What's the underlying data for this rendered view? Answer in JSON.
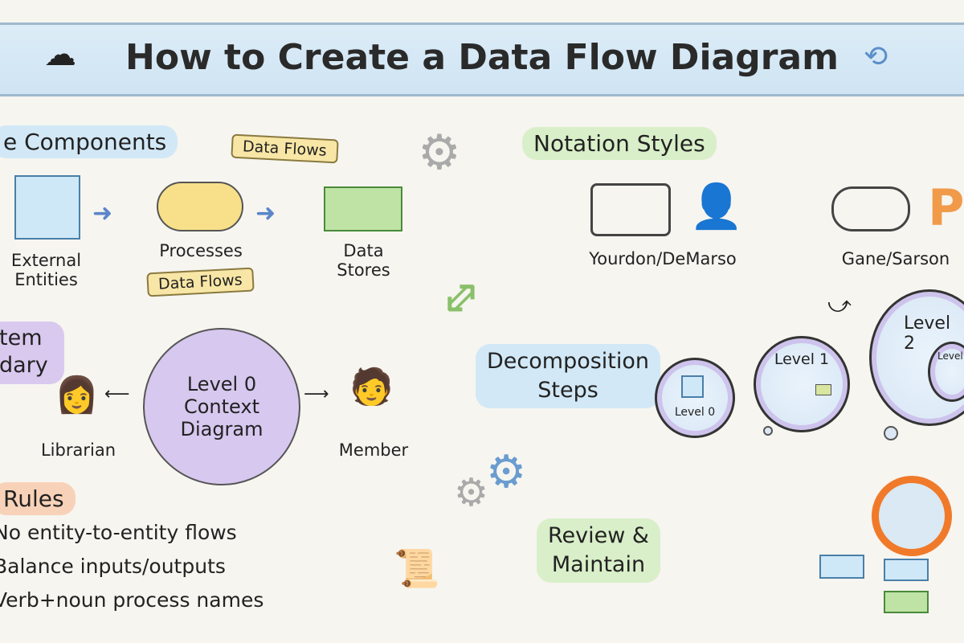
{
  "title": "How to Create a Data Flow Diagram",
  "sections": {
    "components": {
      "heading": "e Components",
      "external": "External\nEntities",
      "processes": "Processes",
      "stores": "Data\nStores",
      "flow_top": "Data Flows",
      "flow_bottom": "Data Flows"
    },
    "boundary": {
      "heading_line1": "tem",
      "heading_line2": "dary",
      "context": "Level 0\nContext\nDiagram",
      "left_actor": "Librarian",
      "right_actor": "Member"
    },
    "rules": {
      "heading": "Rules",
      "items": [
        "No entity-to-entity flows",
        "Balance inputs/outputs",
        "Verb+noun process names"
      ]
    },
    "notation": {
      "heading": "Notation Styles",
      "style1": "Yourdon/DeMarso",
      "style2": "Gane/Sarson",
      "style2_letter": "P"
    },
    "decomposition": {
      "heading": "Decomposition\nSteps",
      "levels": [
        "Level 0",
        "Level 1",
        "Level 2",
        "Level"
      ]
    },
    "review": {
      "heading": "Review &\nMaintain"
    }
  },
  "colors": {
    "banner": "#d6e8f5",
    "components": "#d2e8f6",
    "notation": "#d9efc9",
    "boundary": "#d9c9ef",
    "rules": "#f8d2b8",
    "review": "#d9efc9",
    "process": "#f8e08a",
    "store": "#bfe3a5",
    "entity": "#cfe8f7",
    "context": "#d7c8ef",
    "magnifier": "#f07a2a"
  }
}
